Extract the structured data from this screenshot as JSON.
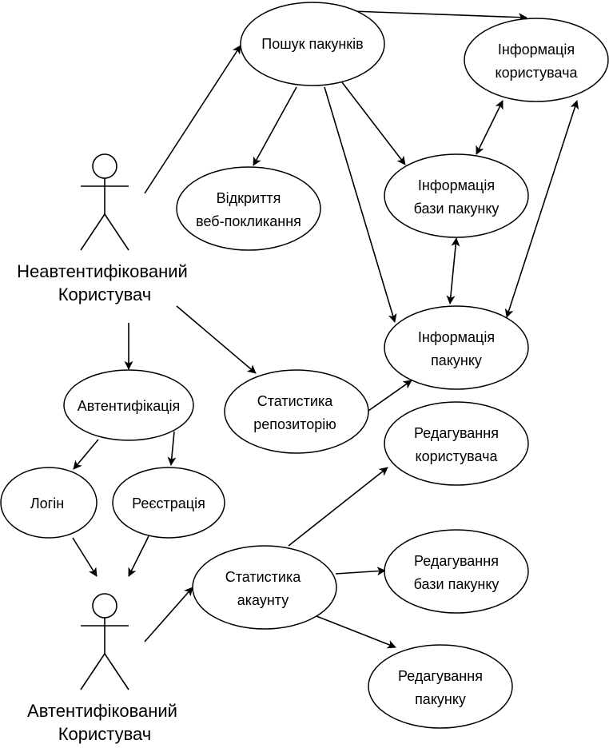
{
  "actors": {
    "unauth": {
      "line1": "Неавтентифікований",
      "line2": "Користувач"
    },
    "auth": {
      "line1": "Автентифікований",
      "line2": "Користувач"
    }
  },
  "use_cases": {
    "search": [
      "Пошук пакунків"
    ],
    "user_info": [
      "Інформація",
      "користувача"
    ],
    "webhook": [
      "Відкриття",
      "веб-покликання"
    ],
    "package_base_info": [
      "Інформація",
      "бази пакунку"
    ],
    "package_info": [
      "Інформація",
      "пакунку"
    ],
    "authentication": [
      "Автентифікація"
    ],
    "repo_stats": [
      "Статистика",
      "репозиторію"
    ],
    "login": [
      "Логін"
    ],
    "registration": [
      "Реєстрація"
    ],
    "edit_user": [
      "Редагування",
      "користувача"
    ],
    "account_stats": [
      "Статистика",
      "акаунту"
    ],
    "edit_package_base": [
      "Редагування",
      "бази пакунку"
    ],
    "edit_package": [
      "Редагування",
      "пакунку"
    ]
  }
}
